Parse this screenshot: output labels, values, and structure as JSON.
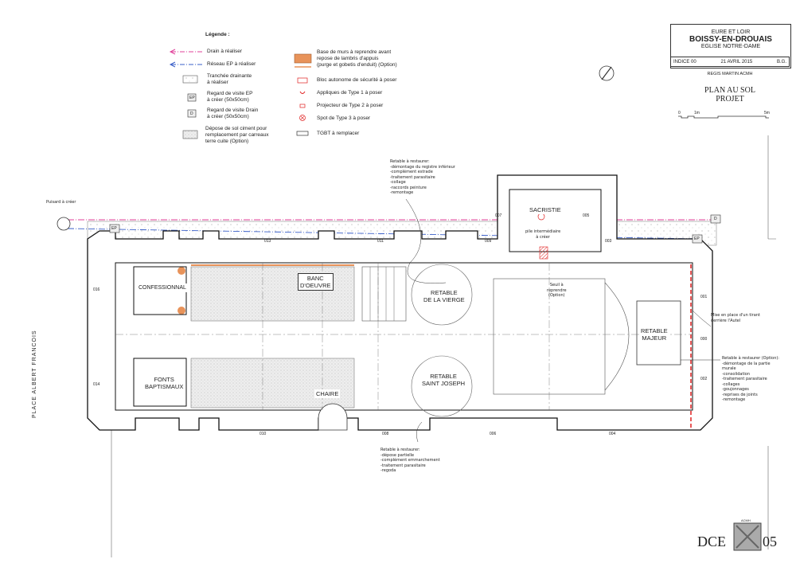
{
  "legend": {
    "title": "Légende :",
    "items_left": [
      {
        "label": "Drain à réaliser"
      },
      {
        "label": "Réseau EP à réaliser"
      },
      {
        "label": "Tranchée drainante\nà réaliser"
      },
      {
        "label": "Regard de visite EP\nà créer (50x50cm)",
        "symbol": "EP"
      },
      {
        "label": "Regard de visite Drain\nà créer (50x50cm)",
        "symbol": "D"
      },
      {
        "label": "Dépose de sol ciment pour\nremplacement par carreaux\nterre cuite (Option)"
      }
    ],
    "items_right": [
      {
        "label": "Base de murs à reprendre avant\nrepose de lambris d'appuis\n(purge et gobetis d'enduit) (Option)"
      },
      {
        "label": "Bloc autonome de sécurité à poser"
      },
      {
        "label": "Appliques de Type 1 à poser"
      },
      {
        "label": "Projecteur de Type 2 à poser"
      },
      {
        "label": "Spot de Type 3 à poser"
      },
      {
        "label": "TGBT à remplacer"
      }
    ]
  },
  "title_block": {
    "department": "EURE ET LOIR",
    "town": "BOISSY-EN-DROUAIS",
    "building": "EGLISE NOTRE-DAME",
    "index": "INDICE 00",
    "date": "21 AVRIL 2015",
    "initials": "B.G.",
    "architect": "REGIS MARTIN  ACMH",
    "plan_title": "PLAN AU SOL",
    "plan_subtitle": "PROJET",
    "scale": [
      "0",
      "1m",
      "5m"
    ]
  },
  "rooms": {
    "sacristie": "SACRISTIE",
    "confessional": "CONFESSIONNAL",
    "banc": "BANC\nD'OEUVRE",
    "retable_vierge": "RETABLE\nDE LA VIERGE",
    "retable_majeur": "RETABLE\nMAJEUR",
    "fonts": "FONTS\nBAPTISMAUX",
    "chaire": "CHAIRE",
    "retable_joseph": "RETABLE\nSAINT JOSEPH"
  },
  "annotations": {
    "puisard": "Puisard à créer",
    "vierge_notes": "Retable à restaurer:\n-démontage du registre inférieur\n-complément estrade\n-traitement parasitaire\n-collage\n-raccords peinture\n-remontage",
    "pile": "pile intermédiaire\nà créer",
    "seuil": "Seuil à\nreprendre\n(Option)",
    "tirant": "Mise en place d'un tirant\nderrière l'Autel",
    "majeur_notes": "Retable à restaurer (Option):\n-démontage de la partie\nmurale\n-consolidation\n-traitement parasitaire\n-collages\n-goujonnages\n-reprises de joints\n-remontage",
    "joseph_notes": "Retable à restaurer:\n-dépose partielle\n-complément emmarchement\n-traitement parasitaire\n-regoda",
    "street": "PLACE   ALBERT   FRANCOIS",
    "ep": "EP",
    "d": "D"
  },
  "wall_numbers": [
    "013",
    "011",
    "009",
    "007",
    "005",
    "003",
    "001",
    "000",
    "002",
    "004",
    "006",
    "008",
    "010",
    "014",
    "016"
  ],
  "sheet": {
    "code": "DCE",
    "number": "05",
    "stamp": "ACMH"
  },
  "colors": {
    "drain": "#e0409a",
    "ep": "#3a5fc8",
    "wall_base": "#e8935a",
    "red": "#e02020"
  }
}
